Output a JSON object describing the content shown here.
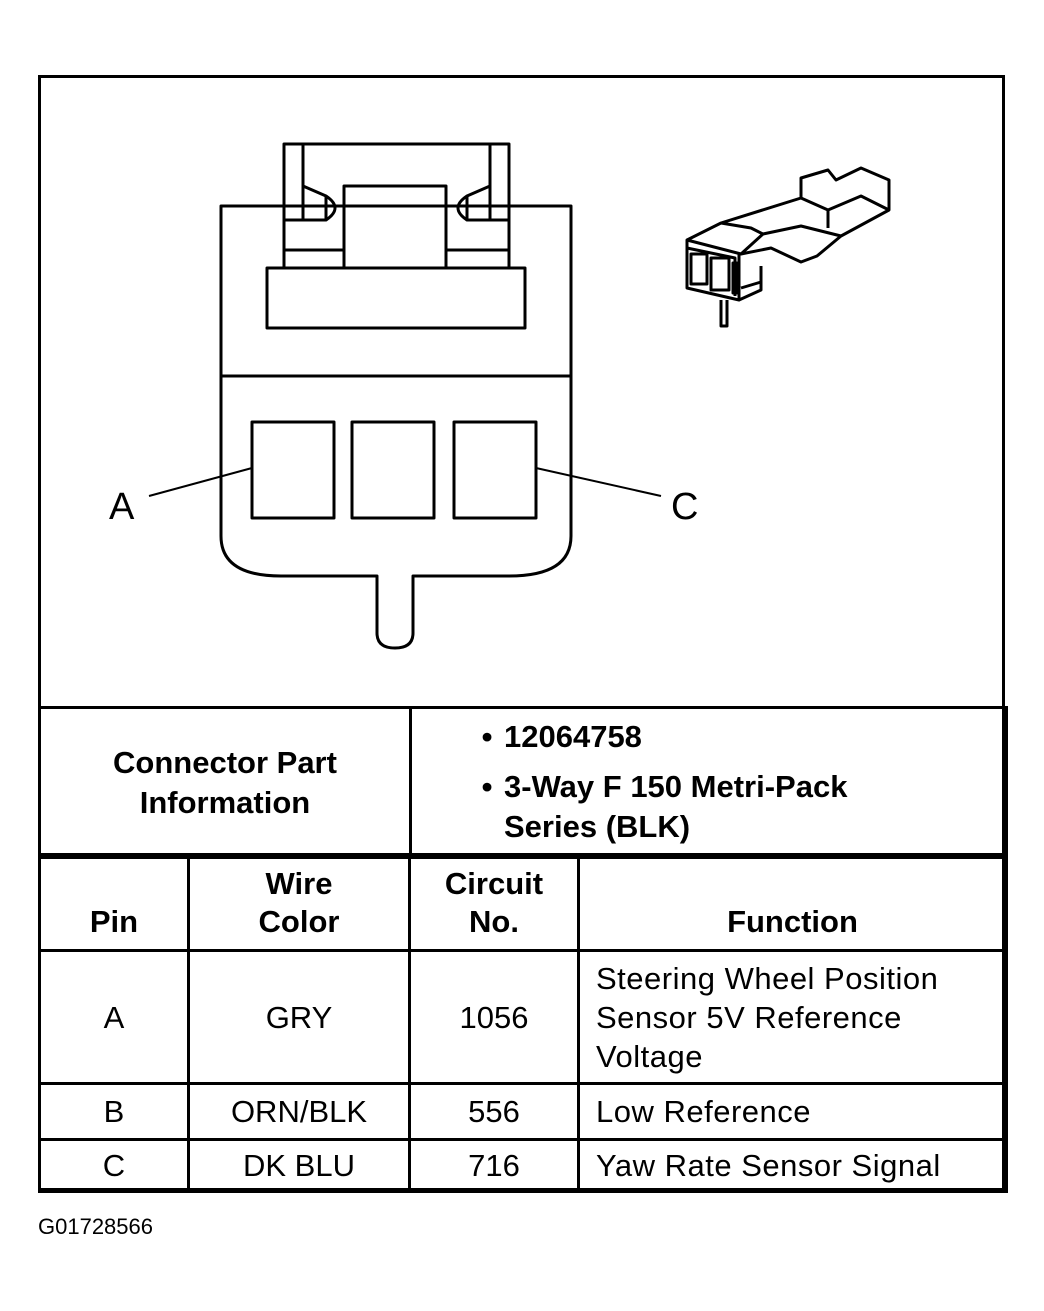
{
  "diagram": {
    "pin_labels": {
      "left": "A",
      "right": "C"
    }
  },
  "part_info": {
    "label": "Connector Part Information",
    "label_line1": "Connector Part",
    "label_line2": "Information",
    "part_number": "12064758",
    "description_line1": "3-Way F 150 Metri-Pack",
    "description_line2": "Series (BLK)",
    "bullet": "•"
  },
  "table": {
    "headers": {
      "pin": "Pin",
      "wire_color_line1": "Wire",
      "wire_color_line2": "Color",
      "circuit_line1": "Circuit",
      "circuit_line2": "No.",
      "function": "Function"
    },
    "rows": [
      {
        "pin": "A",
        "wire_color": "GRY",
        "circuit": "1056",
        "function_lines": [
          "Steering Wheel Position",
          "Sensor 5V Reference",
          "Voltage"
        ]
      },
      {
        "pin": "B",
        "wire_color": "ORN/BLK",
        "circuit": "556",
        "function_lines": [
          "Low Reference"
        ]
      },
      {
        "pin": "C",
        "wire_color": "DK BLU",
        "circuit": "716",
        "function_lines": [
          "Yaw Rate Sensor Signal"
        ]
      }
    ]
  },
  "figure_id": "G01728566"
}
